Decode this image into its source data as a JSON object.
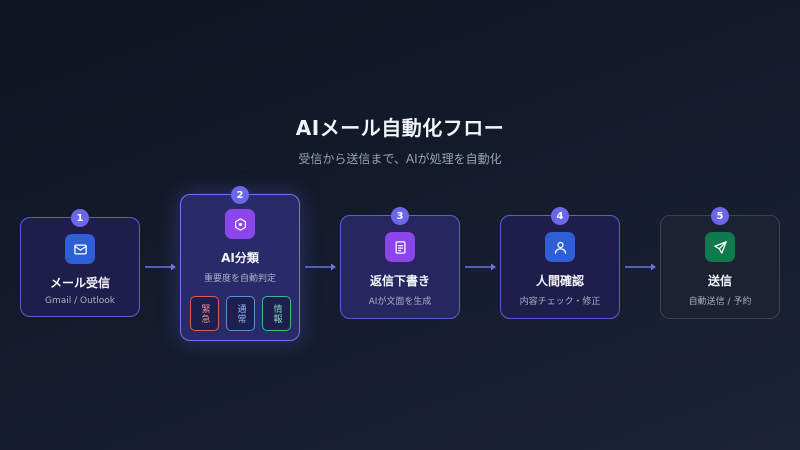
{
  "header": {
    "title": "AIメール自動化フロー",
    "subtitle": "受信から送信まで、AIが処理を自動化"
  },
  "steps": [
    {
      "number": "1",
      "title": "メール受信",
      "subtitle": "Gmail / Outlook",
      "icon": "mail-icon",
      "icon_color": "#2f5fd6"
    },
    {
      "number": "2",
      "title": "AI分類",
      "subtitle": "重要度を自動判定",
      "icon": "ai-chip-icon",
      "icon_color": "#8b45ea",
      "tags": [
        {
          "label": "緊急",
          "color": "#e15656"
        },
        {
          "label": "通常",
          "color": "#5b8fe0"
        },
        {
          "label": "情報",
          "color": "#3bb884"
        }
      ]
    },
    {
      "number": "3",
      "title": "返信下書き",
      "subtitle": "AIが文面を生成",
      "icon": "document-icon",
      "icon_color": "#8b45ea"
    },
    {
      "number": "4",
      "title": "人間確認",
      "subtitle": "内容チェック・修正",
      "icon": "user-icon",
      "icon_color": "#2f5fd6"
    },
    {
      "number": "5",
      "title": "送信",
      "subtitle": "自動送信 / 予約",
      "icon": "send-icon",
      "icon_color": "#0f7a4e"
    }
  ],
  "colors": {
    "accent": "#6a67ea",
    "arrow": "#6c73e6"
  }
}
